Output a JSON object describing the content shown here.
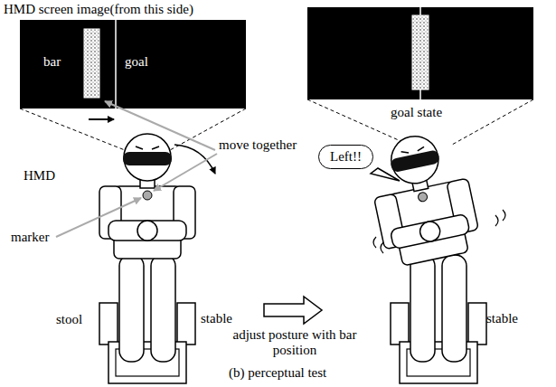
{
  "diagram": {
    "caption": "(b) perceptual test",
    "nodes": [
      {
        "text": [
          "bar",
          "goal"
        ]
      },
      {
        "text": [
          "Left!!"
        ]
      }
    ],
    "labels": [
      "HMD screen image(from this side)",
      "move together",
      "HMD",
      "marker",
      "stool",
      "stable",
      "adjust posture with bar position",
      "goal state",
      "stable"
    ]
  }
}
